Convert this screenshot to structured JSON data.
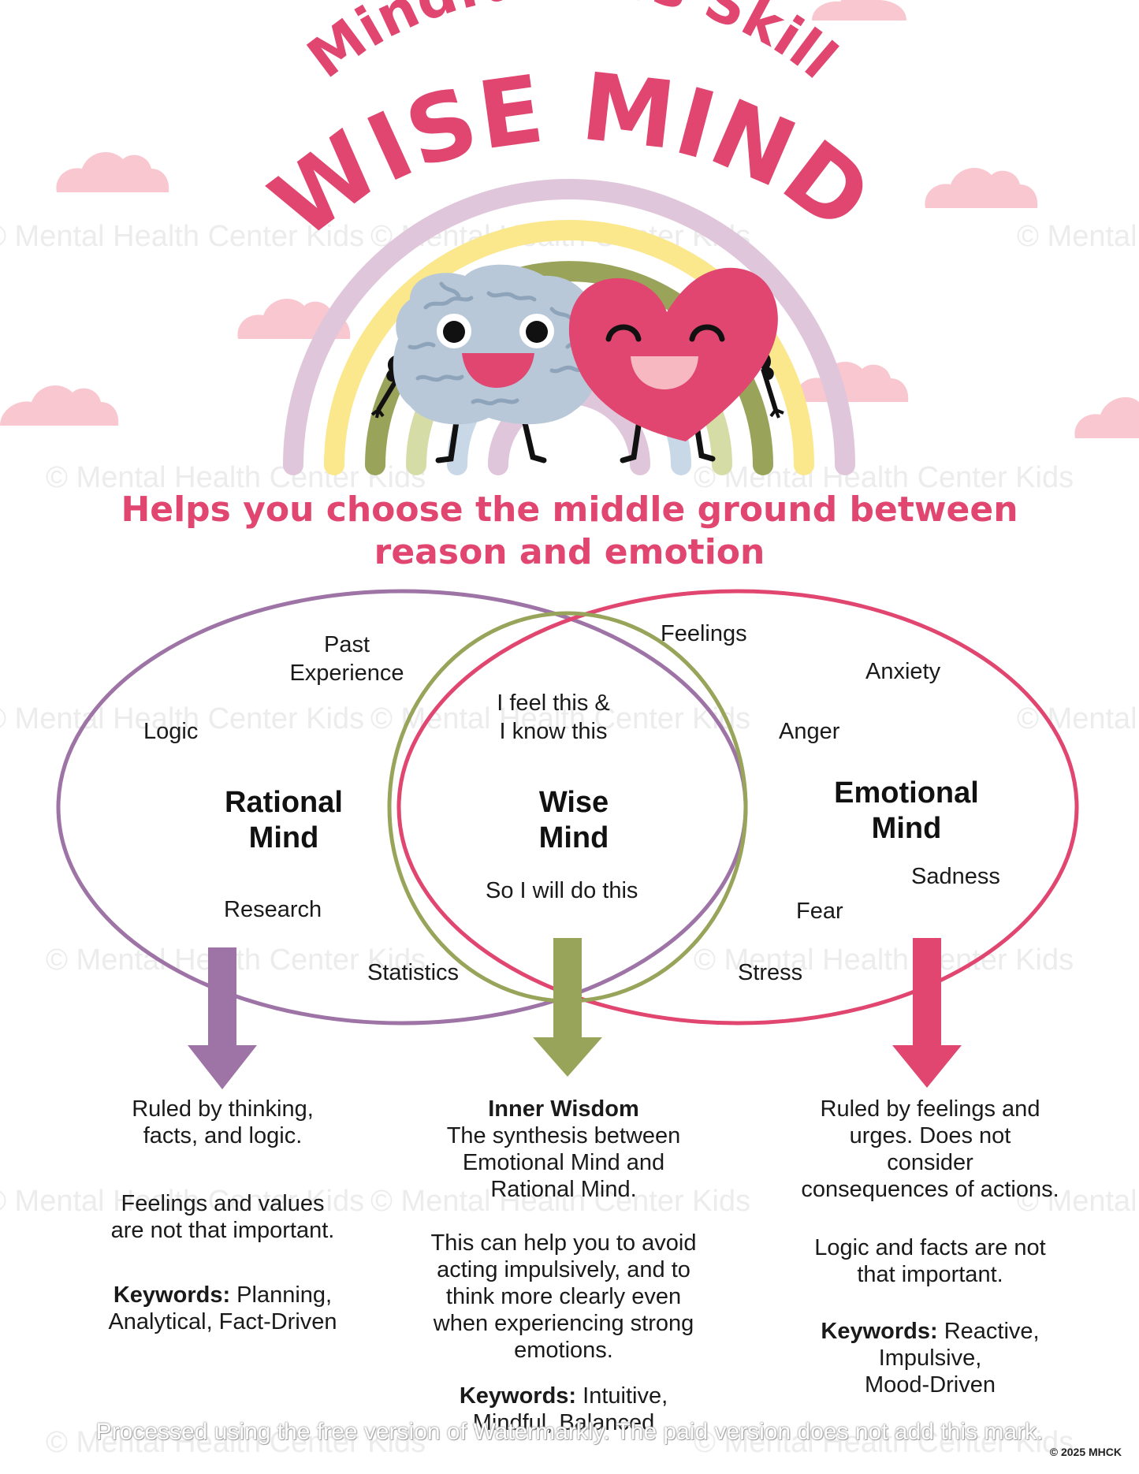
{
  "title": {
    "line1": "Mindfulness Skill",
    "line2": "WISE MIND"
  },
  "subtitle": {
    "line1": "Helps you choose the middle ground between",
    "line2": "reason and emotion"
  },
  "venn": {
    "rational": {
      "heading_1": "Rational",
      "heading_2": "Mind",
      "words": {
        "past_1": "Past",
        "past_2": "Experience",
        "logic": "Logic",
        "research": "Research",
        "statistics": "Statistics"
      }
    },
    "wise": {
      "heading_1": "Wise",
      "heading_2": "Mind",
      "top_1": "I feel this &",
      "top_2": "I know this",
      "bottom": "So I will do this"
    },
    "emotional": {
      "heading_1": "Emotional",
      "heading_2": "Mind",
      "words": {
        "feelings": "Feelings",
        "anxiety": "Anxiety",
        "anger": "Anger",
        "sadness": "Sadness",
        "fear": "Fear",
        "stress": "Stress"
      }
    }
  },
  "columns": {
    "rational": {
      "p1_1": "Ruled by thinking,",
      "p1_2": "facts, and logic.",
      "p2_1": "Feelings and values",
      "p2_2": "are not that important.",
      "keywords_label": "Keywords:",
      "keywords_1": " Planning,",
      "keywords_2": "Analytical, Fact-Driven"
    },
    "wise": {
      "heading": "Inner Wisdom",
      "p1_1": "The synthesis between",
      "p1_2": "Emotional Mind and",
      "p1_3": "Rational Mind.",
      "p2_1": "This can help you to avoid",
      "p2_2": "acting impulsively, and to",
      "p2_3": "think more clearly even",
      "p2_4": "when experiencing strong",
      "p2_5": "emotions.",
      "keywords_label": "Keywords:",
      "keywords_1": " Intuitive,",
      "keywords_2": "Mindful, Balanced"
    },
    "emotional": {
      "p1_1": "Ruled by feelings and",
      "p1_2": "urges. Does not",
      "p1_3": "consider",
      "p1_4": "consequences of actions.",
      "p2_1": "Logic and facts are not",
      "p2_2": "that important.",
      "keywords_label": "Keywords:",
      "keywords_1": " Reactive,",
      "keywords_2": "Impulsive,",
      "keywords_3": "Mood-Driven"
    }
  },
  "watermark": "© Mental Health Center Kids",
  "footer_mark": "Processed using the free version of Watermarkly. The paid version does not add this mark.",
  "copyright": "© 2025 MHCK",
  "colors": {
    "pink_accent": "#e0466f",
    "rational_purple": "#9e74a6",
    "wise_olive": "#98a45a",
    "emotional_red": "#e0466f",
    "cloud": "#f9c7cf"
  },
  "icons": [
    "brain-character-icon",
    "heart-character-icon",
    "rainbow-icon",
    "cloud-icon",
    "arrow-down-icon"
  ]
}
